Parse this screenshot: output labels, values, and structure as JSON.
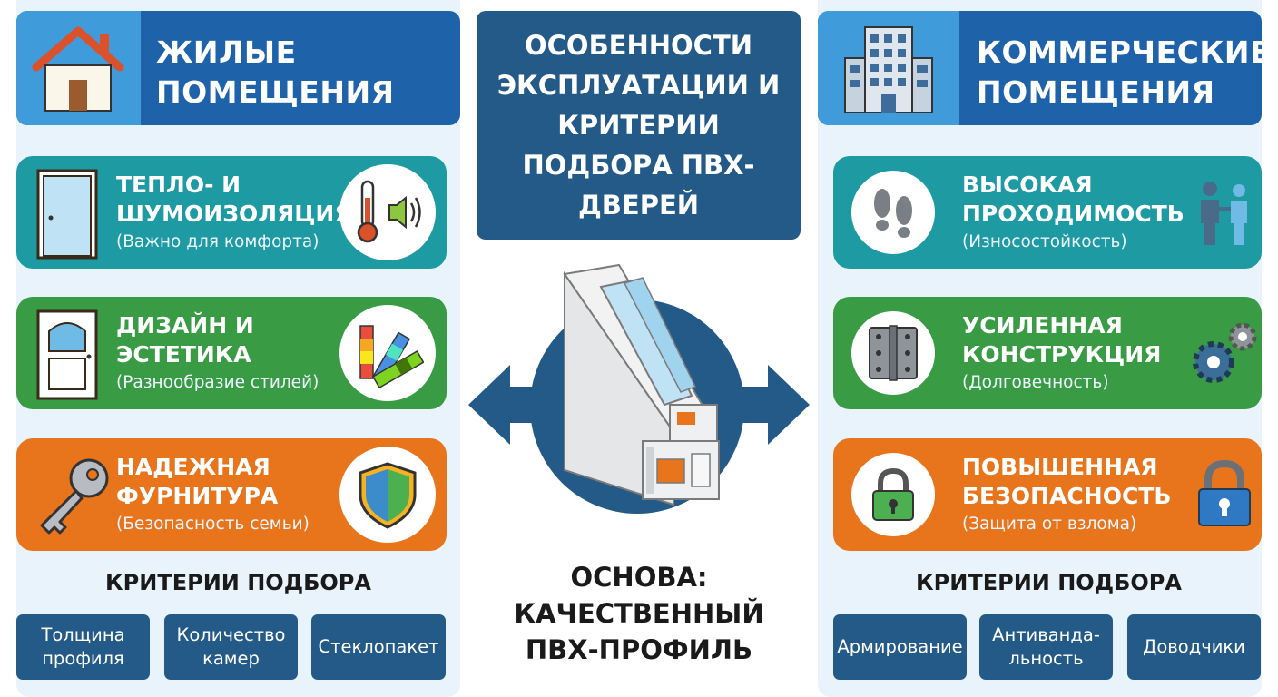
{
  "center": {
    "title": "ОСОБЕННОСТИ ЭКСПЛУАТАЦИИ И КРИТЕРИИ ПОДБОРА ПВХ-ДВЕРЕЙ",
    "base_line1": "ОСНОВА:",
    "base_line2": "КАЧЕСТВЕННЫЙ",
    "base_line3": "ПВХ-ПРОФИЛЬ"
  },
  "left": {
    "title_line1": "ЖИЛЫЕ",
    "title_line2": "ПОМЕЩЕНИЯ",
    "cards": [
      {
        "line1": "ТЕПЛО- И",
        "line2": "ШУМОИЗОЛЯЦИЯ",
        "sub": "(Важно для комфорта)"
      },
      {
        "line1": "ДИЗАЙН И",
        "line2": "ЭСТЕТИКА",
        "sub": "(Разнообразие стилей)"
      },
      {
        "line1": "НАДЕЖНАЯ",
        "line2": "ФУРНИТУРА",
        "sub": "(Безопасность семьи)"
      }
    ],
    "criteria_title": "КРИТЕРИИ ПОДБОРА",
    "criteria": [
      {
        "line1": "Толщина",
        "line2": "профиля"
      },
      {
        "line1": "Количество",
        "line2": "камер"
      },
      {
        "line1": "Стеклопакет",
        "line2": ""
      }
    ]
  },
  "right": {
    "title_line1": "КОММЕРЧЕСКИЕ",
    "title_line2": "ПОМЕЩЕНИЯ",
    "cards": [
      {
        "line1": "ВЫСОКАЯ",
        "line2": "ПРОХОДИМОСТЬ",
        "sub": "(Износостойкость)"
      },
      {
        "line1": "УСИЛЕННАЯ",
        "line2": "КОНСТРУКЦИЯ",
        "sub": "(Долговечность)"
      },
      {
        "line1": "ПОВЫШЕННАЯ",
        "line2": "БЕЗОПАСНОСТЬ",
        "sub": "(Защита от взлома)"
      }
    ],
    "criteria_title": "КРИТЕРИИ ПОДБОРА",
    "criteria": [
      {
        "line1": "Армирование",
        "line2": ""
      },
      {
        "line1": "Антиванда-",
        "line2": "льность"
      },
      {
        "line1": "Доводчики",
        "line2": ""
      }
    ]
  },
  "colors": {
    "header_dark": "#1e62a9",
    "header_light": "#3f9bd9",
    "teal": "#1e9aa3",
    "green": "#3a9b45",
    "orange": "#e8741c",
    "navy": "#245a87"
  }
}
